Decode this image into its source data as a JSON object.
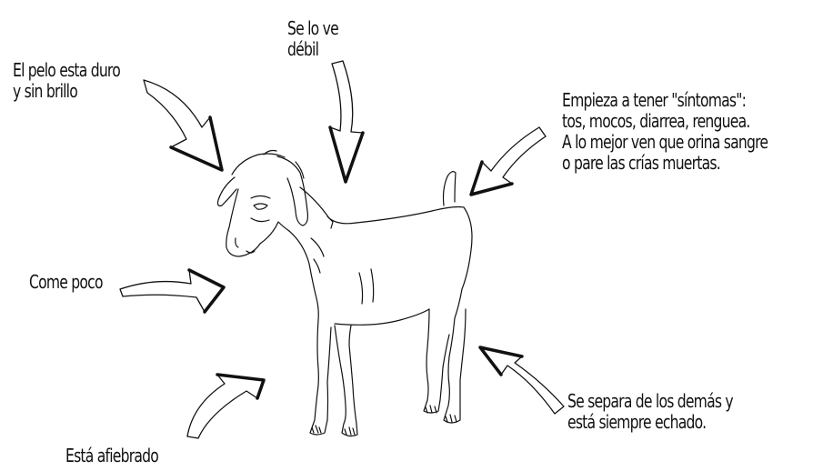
{
  "labels": {
    "pelo": [
      "El pelo esta duro",
      "y sin brillo"
    ],
    "debil": [
      "Se lo ve",
      "débil"
    ],
    "sintomas": [
      "Empieza a tener \"síntomas\":",
      "tos, mocos, diarrea, renguea.",
      "A lo mejor ven que orina sangre",
      "o pare las crías muertas."
    ],
    "come": [
      "Come poco"
    ],
    "separa": [
      "Se separa de los demás y",
      "está siempre echado."
    ],
    "afiebrado": [
      "Está afiebrado"
    ]
  },
  "colors": {
    "ink": "#111111",
    "background": "#ffffff"
  }
}
